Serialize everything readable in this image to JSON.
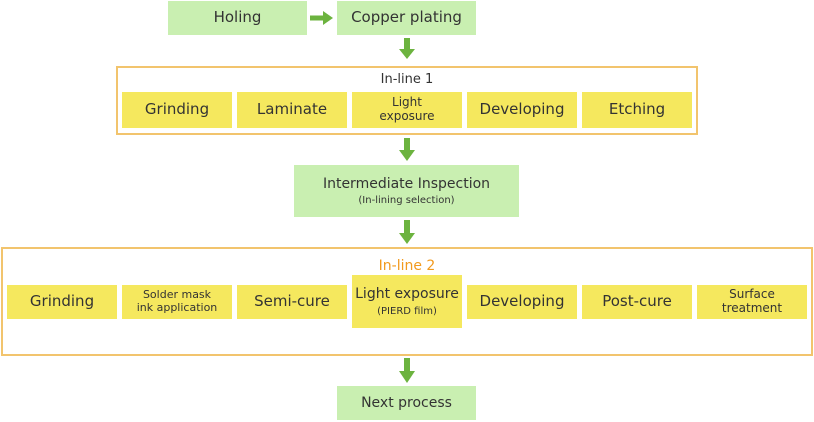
{
  "top": {
    "holing": "Holing",
    "copper_plating": "Copper plating"
  },
  "inline1": {
    "title": "In-line 1",
    "steps": [
      "Grinding",
      "Laminate",
      "Light",
      "exposure",
      "Developing",
      "Etching"
    ]
  },
  "intermediate": {
    "line1": "Intermediate Inspection",
    "line2": "(In-lining selection)"
  },
  "inline2": {
    "title": "In-line 2",
    "grinding": "Grinding",
    "solder_line1": "Solder mask",
    "solder_line2": "ink application",
    "semi_cure": "Semi-cure",
    "light_exposure": "Light exposure",
    "pierd_film": "(PIERD film)",
    "developing": "Developing",
    "post_cure": "Post-cure",
    "surface_line1": "Surface",
    "surface_line2": "treatment"
  },
  "next": {
    "label": "Next process"
  },
  "colors": {
    "green_box": "#c9efb1",
    "yellow_box": "#f5e85e",
    "frame": "#f2c46d",
    "arrow": "#6cb33f",
    "inline2_title": "#f29a1e"
  }
}
